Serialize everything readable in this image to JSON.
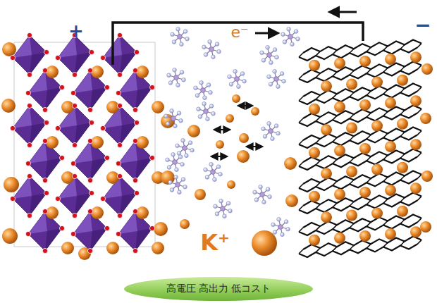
{
  "diagram": {
    "nodes": [
      {
        "text": [
          "高電圧 高出力 低コスト"
        ]
      }
    ],
    "labels": [
      "+",
      "e⁻",
      "−",
      "K⁺"
    ]
  }
}
